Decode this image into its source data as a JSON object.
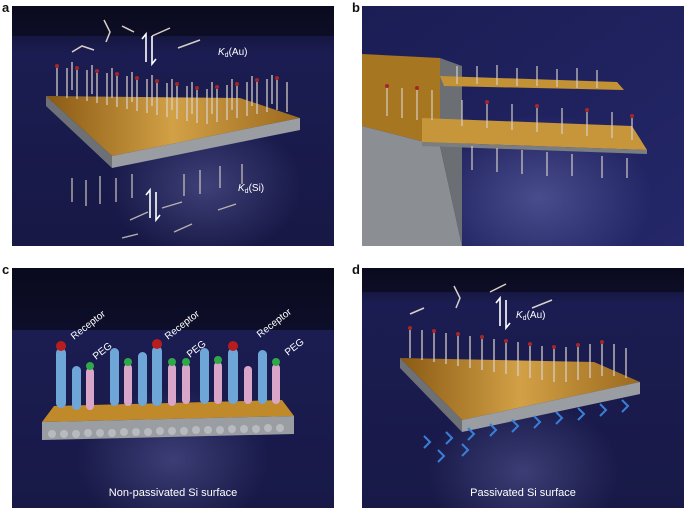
{
  "figure": {
    "panels": [
      {
        "label": "a",
        "annotations": {
          "kd_top": "K",
          "kd_top_sub": "d",
          "kd_top_suffix": "(Au)",
          "kd_bottom": "K",
          "kd_bottom_sub": "d",
          "kd_bottom_suffix": "(Si)"
        }
      },
      {
        "label": "b"
      },
      {
        "label": "c",
        "receptor_labels": [
          "Receptor",
          "Receptor",
          "Receptor"
        ],
        "peg_labels": [
          "PEG",
          "PEG",
          "PEG"
        ],
        "caption": "Non-passivated Si surface"
      },
      {
        "label": "d",
        "annotations": {
          "kd_top": "K",
          "kd_top_sub": "d",
          "kd_top_suffix": "(Au)"
        },
        "caption": "Passivated Si surface"
      }
    ],
    "colors": {
      "background": "#16163f",
      "gold": "#c08a2a",
      "silicon": "#8a8e93",
      "receptor_head": "#b81d1d",
      "peg_head": "#2fa84a",
      "chain_blue": "#6fa6d8",
      "chain_pink": "#d9a6c9",
      "passivation": "#3a7fd6"
    }
  }
}
